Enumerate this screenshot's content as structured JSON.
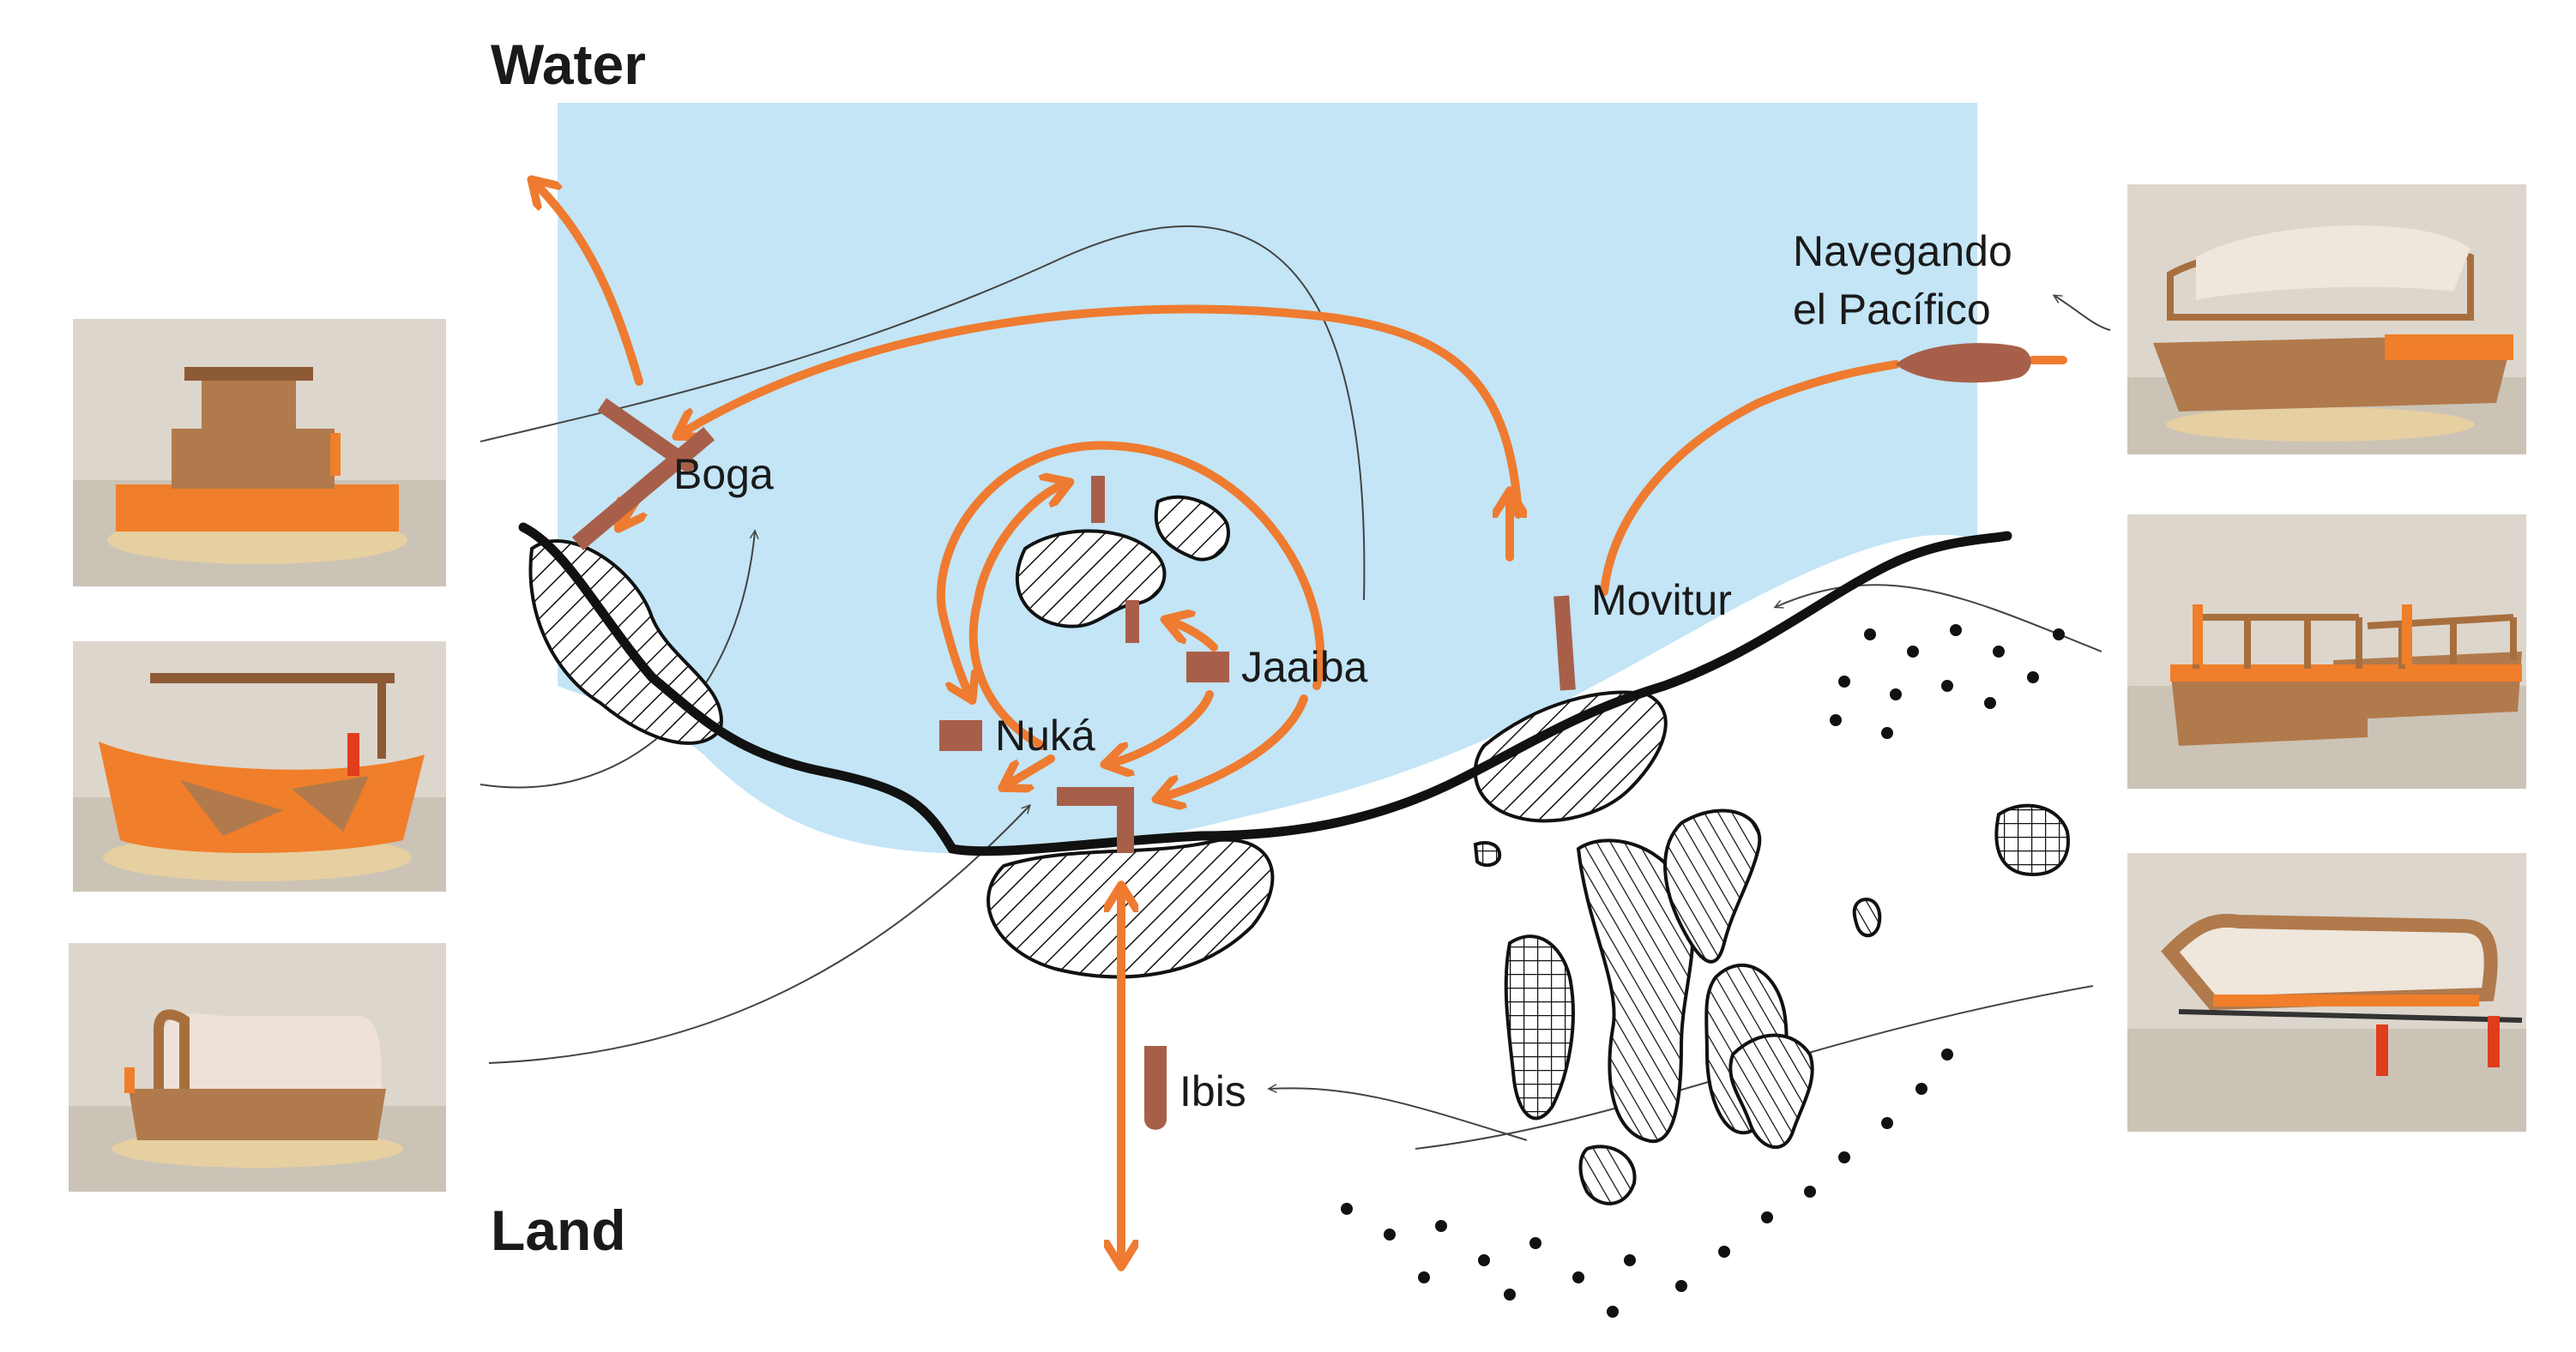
{
  "labels": {
    "water": "Water",
    "land": "Land",
    "boga": "Boga",
    "jaaiba": "Jaaiba",
    "nuka": "Nuká",
    "movitur": "Movitur",
    "ibis": "Ibis",
    "navegando_line1": "Navegando",
    "navegando_line2": "el Pacífico"
  },
  "colors": {
    "water": "#c3e5f6",
    "route_orange": "#ee7b30",
    "pier_brown": "#a85f49",
    "shoreline": "#111111"
  },
  "photos": [
    {
      "name": "boga-model-photo",
      "subject": "two-storey boat model"
    },
    {
      "name": "nuka-model-photo",
      "subject": "canoe with canopy model"
    },
    {
      "name": "ibis-model-photo",
      "subject": "covered capsule model"
    },
    {
      "name": "navegando-model-photo",
      "subject": "catamaran model"
    },
    {
      "name": "movitur-model-photo",
      "subject": "floating deck model"
    },
    {
      "name": "jaaiba-model-photo",
      "subject": "cable car model"
    }
  ]
}
